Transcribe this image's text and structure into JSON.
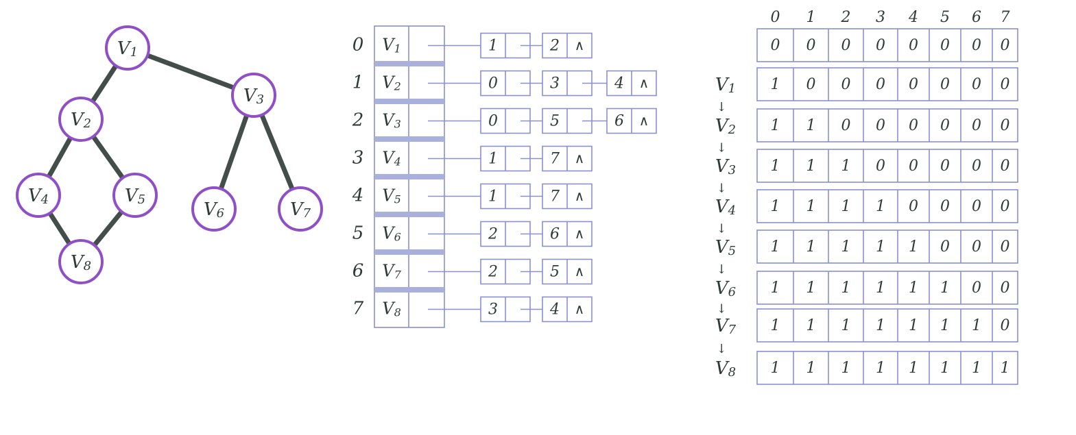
{
  "graph": {
    "nodes": [
      "V1",
      "V2",
      "V3",
      "V4",
      "V5",
      "V6",
      "V7",
      "V8"
    ],
    "edges": [
      [
        0,
        1
      ],
      [
        0,
        2
      ],
      [
        1,
        3
      ],
      [
        1,
        4
      ],
      [
        3,
        7
      ],
      [
        4,
        7
      ],
      [
        2,
        5
      ],
      [
        2,
        6
      ]
    ]
  },
  "adjacency_list": {
    "rows": [
      {
        "index": "0",
        "vertex": "V1",
        "nodes": [
          "1",
          "2"
        ]
      },
      {
        "index": "1",
        "vertex": "V2",
        "nodes": [
          "0",
          "3",
          "4"
        ]
      },
      {
        "index": "2",
        "vertex": "V3",
        "nodes": [
          "0",
          "5",
          "6"
        ]
      },
      {
        "index": "3",
        "vertex": "V4",
        "nodes": [
          "1",
          "7"
        ]
      },
      {
        "index": "4",
        "vertex": "V5",
        "nodes": [
          "1",
          "7"
        ]
      },
      {
        "index": "5",
        "vertex": "V6",
        "nodes": [
          "2",
          "6"
        ]
      },
      {
        "index": "6",
        "vertex": "V7",
        "nodes": [
          "2",
          "5"
        ]
      },
      {
        "index": "7",
        "vertex": "V8",
        "nodes": [
          "3",
          "4"
        ]
      }
    ],
    "null_symbol": "∧"
  },
  "visited_table": {
    "column_headers": [
      "0",
      "1",
      "2",
      "3",
      "4",
      "5",
      "6",
      "7"
    ],
    "initial": [
      "0",
      "0",
      "0",
      "0",
      "0",
      "0",
      "0",
      "0"
    ],
    "steps": [
      {
        "vertex": "V1",
        "values": [
          "1",
          "0",
          "0",
          "0",
          "0",
          "0",
          "0",
          "0"
        ]
      },
      {
        "vertex": "V2",
        "values": [
          "1",
          "1",
          "0",
          "0",
          "0",
          "0",
          "0",
          "0"
        ]
      },
      {
        "vertex": "V3",
        "values": [
          "1",
          "1",
          "1",
          "0",
          "0",
          "0",
          "0",
          "0"
        ]
      },
      {
        "vertex": "V4",
        "values": [
          "1",
          "1",
          "1",
          "1",
          "0",
          "0",
          "0",
          "0"
        ]
      },
      {
        "vertex": "V5",
        "values": [
          "1",
          "1",
          "1",
          "1",
          "1",
          "0",
          "0",
          "0"
        ]
      },
      {
        "vertex": "V6",
        "values": [
          "1",
          "1",
          "1",
          "1",
          "1",
          "1",
          "0",
          "0"
        ]
      },
      {
        "vertex": "V7",
        "values": [
          "1",
          "1",
          "1",
          "1",
          "1",
          "1",
          "1",
          "0"
        ]
      },
      {
        "vertex": "V8",
        "values": [
          "1",
          "1",
          "1",
          "1",
          "1",
          "1",
          "1",
          "1"
        ]
      }
    ],
    "arrow_symbol": "↓"
  },
  "colors": {
    "node_ring": "#8e4fc7",
    "edge": "#434d4a",
    "grid": "#8a90cc",
    "ink": "#2f3a36"
  }
}
